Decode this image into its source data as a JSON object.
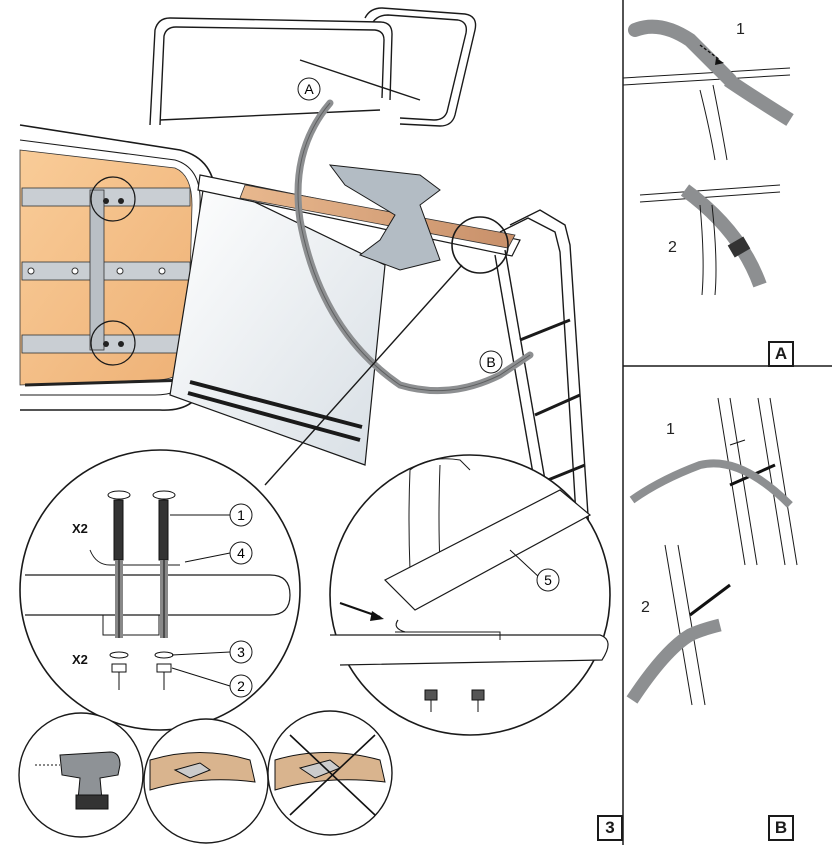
{
  "callouts": {
    "a": "A",
    "b": "B",
    "p1": "1",
    "p2": "2",
    "p3": "3",
    "p4": "4",
    "p5": "5"
  },
  "quantities": {
    "bolts": "X2",
    "nuts": "X2"
  },
  "panel_a": {
    "step1": "1",
    "step2": "2",
    "label": "A"
  },
  "panel_b": {
    "step1": "1",
    "step2": "2",
    "label": "B"
  },
  "main_panel": {
    "label": "3"
  },
  "colors": {
    "wood": "#f6c08a",
    "strap": "#9a9a9a",
    "steel": "#b8bec4",
    "panel_shadow": "#e3e8ec",
    "line": "#1a1a1a"
  }
}
